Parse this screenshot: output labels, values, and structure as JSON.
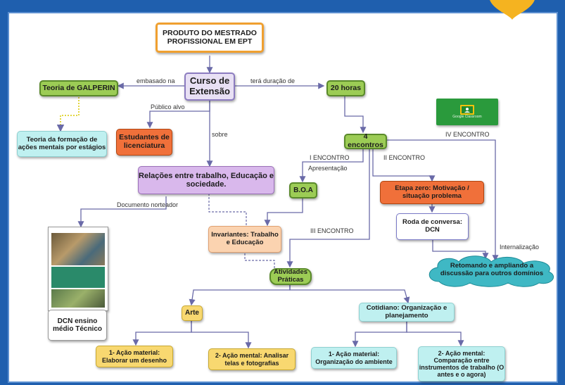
{
  "nodes": {
    "produto": "PRODUTO DO MESTRADO PROFISSIONAL EM EPT",
    "curso": "Curso de Extensão",
    "galperin": "Teoria de GALPERIN",
    "teoria_formacao": "Teoria da formação de ações mentais por estágios",
    "estudantes": "Estudantes de licenciatura",
    "horas": "20 horas",
    "encontros": "4 encontros",
    "relacoes": "Relações entre trabalho, Educação e sociedade.",
    "boa": "B.O.A",
    "etapa_zero": "Etapa zero: Motivação / situação problema",
    "roda": "Roda de conversa: DCN",
    "invariantes": "Invariantes: Trabalho e Educação",
    "retomando": "Retomando e ampliando a discussão para outros domínios",
    "atividades": "Atividades Práticas",
    "arte": "Arte",
    "cotidiano": "Cotidiano: Organização e planejamento",
    "acao_material_1": "1- Ação material: Elaborar um desenho",
    "acao_mental_1": "2- Ação mental: Analisar telas e fotografias",
    "acao_material_2": "1- Ação material: Organização do ambiente",
    "acao_mental_2": "2- Ação mental: Comparação entre instrumentos de trabalho (O antes e o agora)",
    "dcn_caption": "DCN ensino médio Técnico"
  },
  "edge_labels": {
    "embasado": "embasado na",
    "tera_duracao": "terá duração de",
    "publico_alvo": "Público alvo",
    "sobre": "sobre",
    "documento": "Documento norteador",
    "apresentacao": "Apresentação",
    "i_encontro": "I ENCONTRO",
    "ii_encontro": "II ENCONTRO",
    "iii_encontro": "III ENCONTRO",
    "iv_encontro": "IV ENCONTRO",
    "internalizacao": "Internalização"
  },
  "images": {
    "google_classroom": "Google Classroom"
  },
  "colors": {
    "frame": "#1f5fae",
    "orange_border": "#f0a030",
    "green": "#9ccc55",
    "orange": "#f0703a",
    "purple": "#d9b8ec",
    "yellow": "#f8d870",
    "peach": "#fbd3b0",
    "cyan": "#bff0f0",
    "teal_cloud": "#3fb8c4",
    "lavender": "#e8e0f4"
  }
}
